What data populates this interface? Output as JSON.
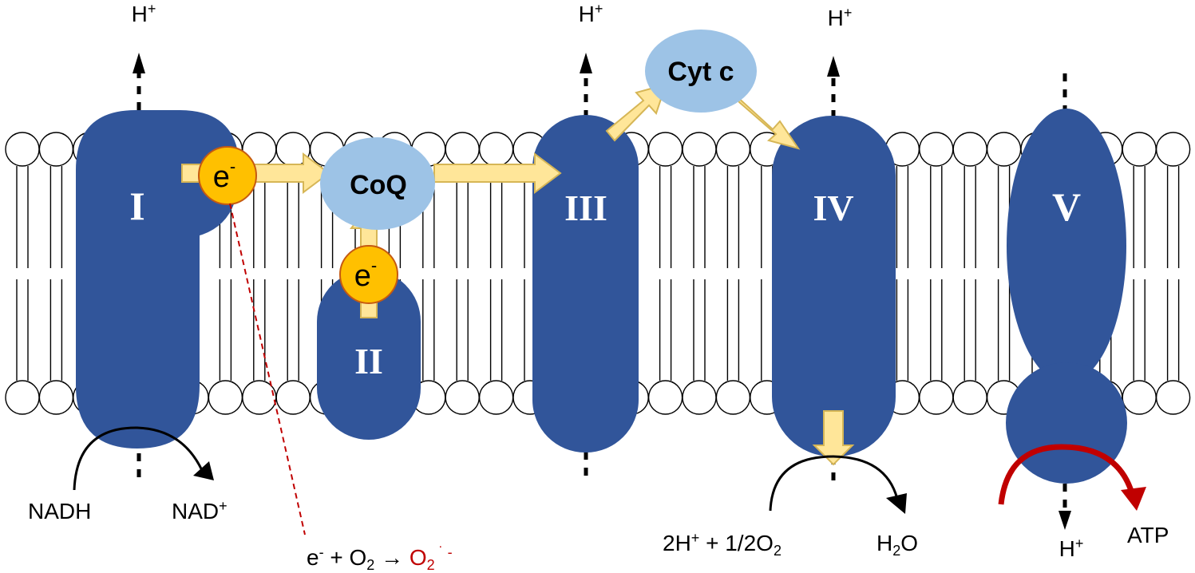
{
  "complexes": {
    "c1": {
      "numeral": "I"
    },
    "c2": {
      "numeral": "II"
    },
    "c3": {
      "numeral": "III"
    },
    "c4": {
      "numeral": "IV"
    },
    "c5": {
      "numeral": "V"
    }
  },
  "carriers": {
    "coq": "CoQ",
    "cytc": "Cyt c"
  },
  "electrons": {
    "symbol": "e",
    "charge": "-"
  },
  "protons": {
    "symbol": "H",
    "charge": "+"
  },
  "reactions": {
    "nadh": "NADH",
    "nad": "NAD",
    "nad_charge": "+",
    "water_left": "2H",
    "water_left_charge": "+",
    "water_mid": " + 1/2O",
    "water_mid_sub": "2",
    "water_product": "H",
    "water_product_sub": "2",
    "water_product_end": "O",
    "atp": "ATP",
    "ros_e": "e",
    "ros_e_charge": "-",
    "ros_mid": " + O",
    "ros_mid_sub": "2",
    "ros_arrow": " → ",
    "ros_product": "O",
    "ros_product_sub": "2",
    "ros_product_charge": " ˙ -"
  },
  "colors": {
    "complex": "#31559a",
    "carrier": "#9dc3e6",
    "electron_fill": "#ffc000",
    "electron_stroke": "#c55a11",
    "flow_arrow": "#ffe699",
    "flow_arrow_stroke": "#d6b656",
    "atp_arrow": "#c00000",
    "ros_text": "#c00000"
  }
}
